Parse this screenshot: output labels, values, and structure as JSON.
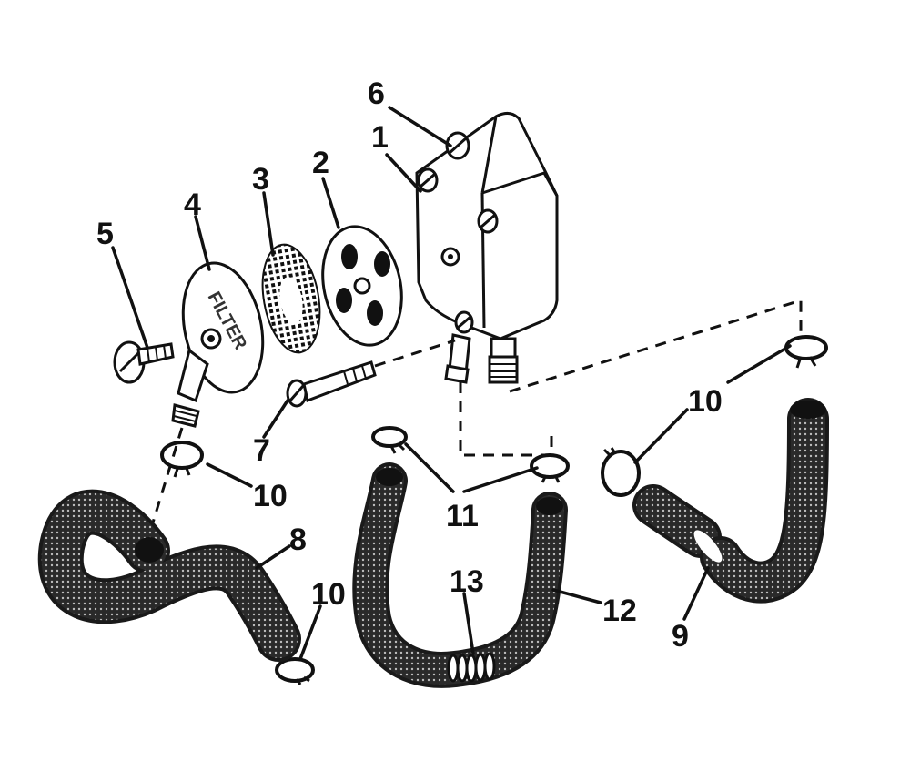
{
  "diagram": {
    "type": "exploded parts view",
    "callouts": {
      "p1": "1",
      "p2": "2",
      "p3": "3",
      "p4": "4",
      "p5": "5",
      "p6": "6",
      "p7": "7",
      "p8": "8",
      "p9": "9",
      "p10a": "10",
      "p10b": "10",
      "p10c": "10",
      "p11": "11",
      "p12": "12",
      "p13": "13"
    },
    "filter_cover_text": "FILTER"
  },
  "colors": {
    "ink": "#111111",
    "paper": "#ffffff",
    "hose": "#1a1a1a"
  }
}
